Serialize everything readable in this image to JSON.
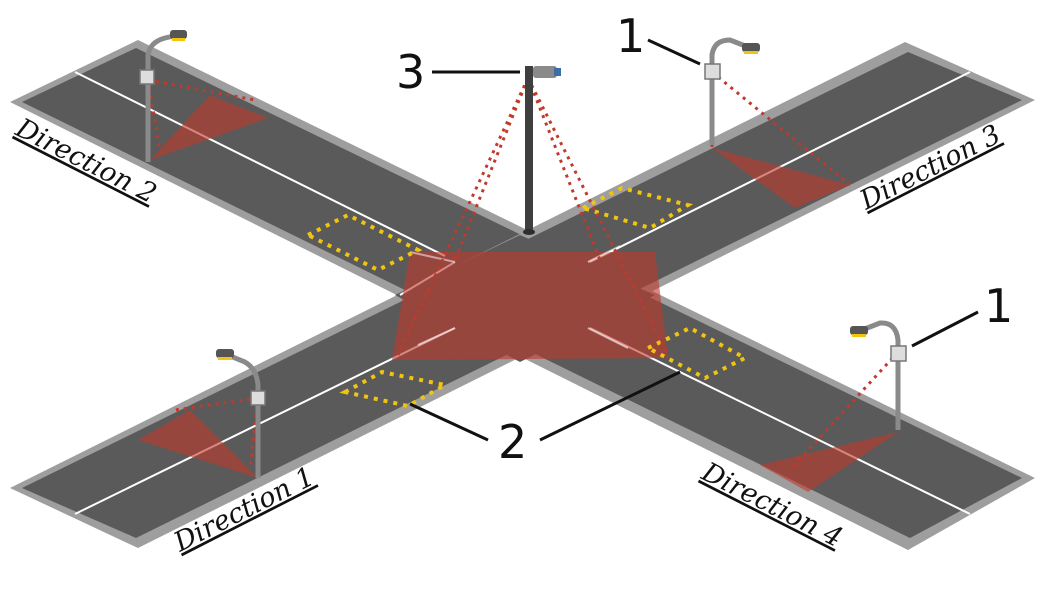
{
  "directions": {
    "d1": "Direction 1",
    "d2": "Direction 2",
    "d3": "Direction 3",
    "d4": "Direction 4"
  },
  "callouts": {
    "sensor_top": "1",
    "sensor_right": "1",
    "loops": "2",
    "camera": "3"
  },
  "colors": {
    "background": "#ffffff",
    "sidewalk": "#9e9e9e",
    "asphalt": "#5a5a5a",
    "lane_line": "#ffffff",
    "detection_zone": "#c0392b",
    "induction_loop": "#f1c40f",
    "pole": "#8a8a8a",
    "camera_pole": "#3f3f3f"
  },
  "icons": {
    "streetlight": "streetlight-icon",
    "radar_sensor": "radar-sensor-icon",
    "camera": "cctv-camera-icon"
  }
}
